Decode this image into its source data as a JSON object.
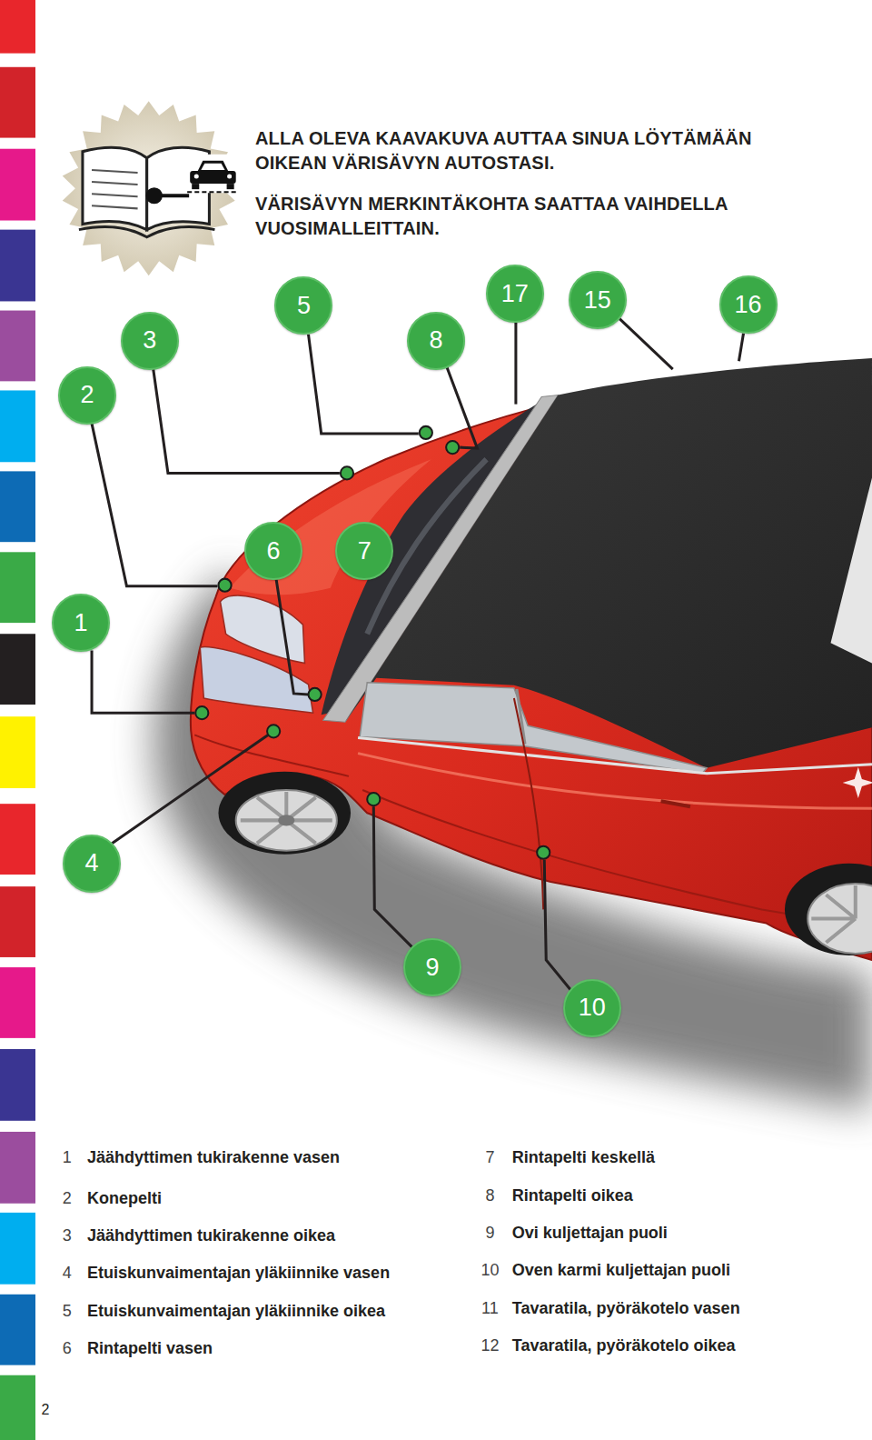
{
  "diagram": {
    "title": "ALLA OLEVA KAAVAKUVA AUTTAA SINUA LÖYTÄMÄÄN OIKEAN VÄRISÄVYN AUTOSTASI.",
    "nodes": [
      {
        "text": [
          "5"
        ]
      },
      {
        "text": [
          "17"
        ]
      },
      {
        "text": [
          "15"
        ]
      },
      {
        "text": [
          "16"
        ]
      },
      {
        "text": [
          "3"
        ]
      },
      {
        "text": [
          "8"
        ]
      },
      {
        "text": [
          "2"
        ]
      },
      {
        "text": [
          "6"
        ]
      },
      {
        "text": [
          "7"
        ]
      },
      {
        "text": [
          "1"
        ]
      },
      {
        "text": [
          "4"
        ]
      },
      {
        "text": [
          "9"
        ]
      },
      {
        "text": [
          "10"
        ]
      }
    ],
    "labels": [
      "VÄRISÄVYN MERKINTÄKOHTA SAATTAA VAIHDELLA VUOSIMALLEITTAIN.",
      "1",
      "Jäähdyttimen tukirakenne vasen",
      "2",
      "Konepelti",
      "3",
      "Jäähdyttimen tukirakenne oikea",
      "4",
      "Etuiskunvaimentajan yläkiinnike vasen",
      "5",
      "Etuiskunvaimentajan yläkiinnike oikea",
      "6",
      "Rintapelti vasen",
      "7",
      "Rintapelti keskellä",
      "8",
      "Rintapelti oikea",
      "9",
      "Ovi kuljettajan puoli",
      "10",
      "Oven karmi kuljettajan puoli",
      "11",
      "Tavaratila, pyöräkotelo vasen",
      "12",
      "Tavaratila, pyöräkotelo oikea",
      "2"
    ]
  }
}
